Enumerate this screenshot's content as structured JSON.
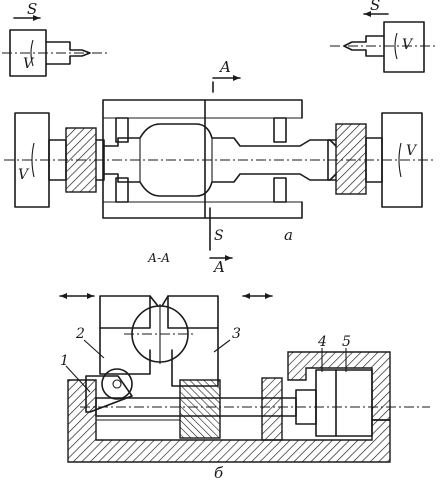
{
  "labels": {
    "feed_left": "S",
    "feed_right": "S",
    "speed_tl": "V",
    "speed_tr": "V",
    "speed_ml": "V",
    "speed_mr": "V",
    "section_top_a": "A",
    "section_bottom_a": "A",
    "feed_mid": "S",
    "fig_a": "а",
    "section_title": "А-А",
    "num_1": "1",
    "num_2": "2",
    "num_3": "3",
    "num_4": "4",
    "num_5": "5",
    "fig_b": "б"
  }
}
